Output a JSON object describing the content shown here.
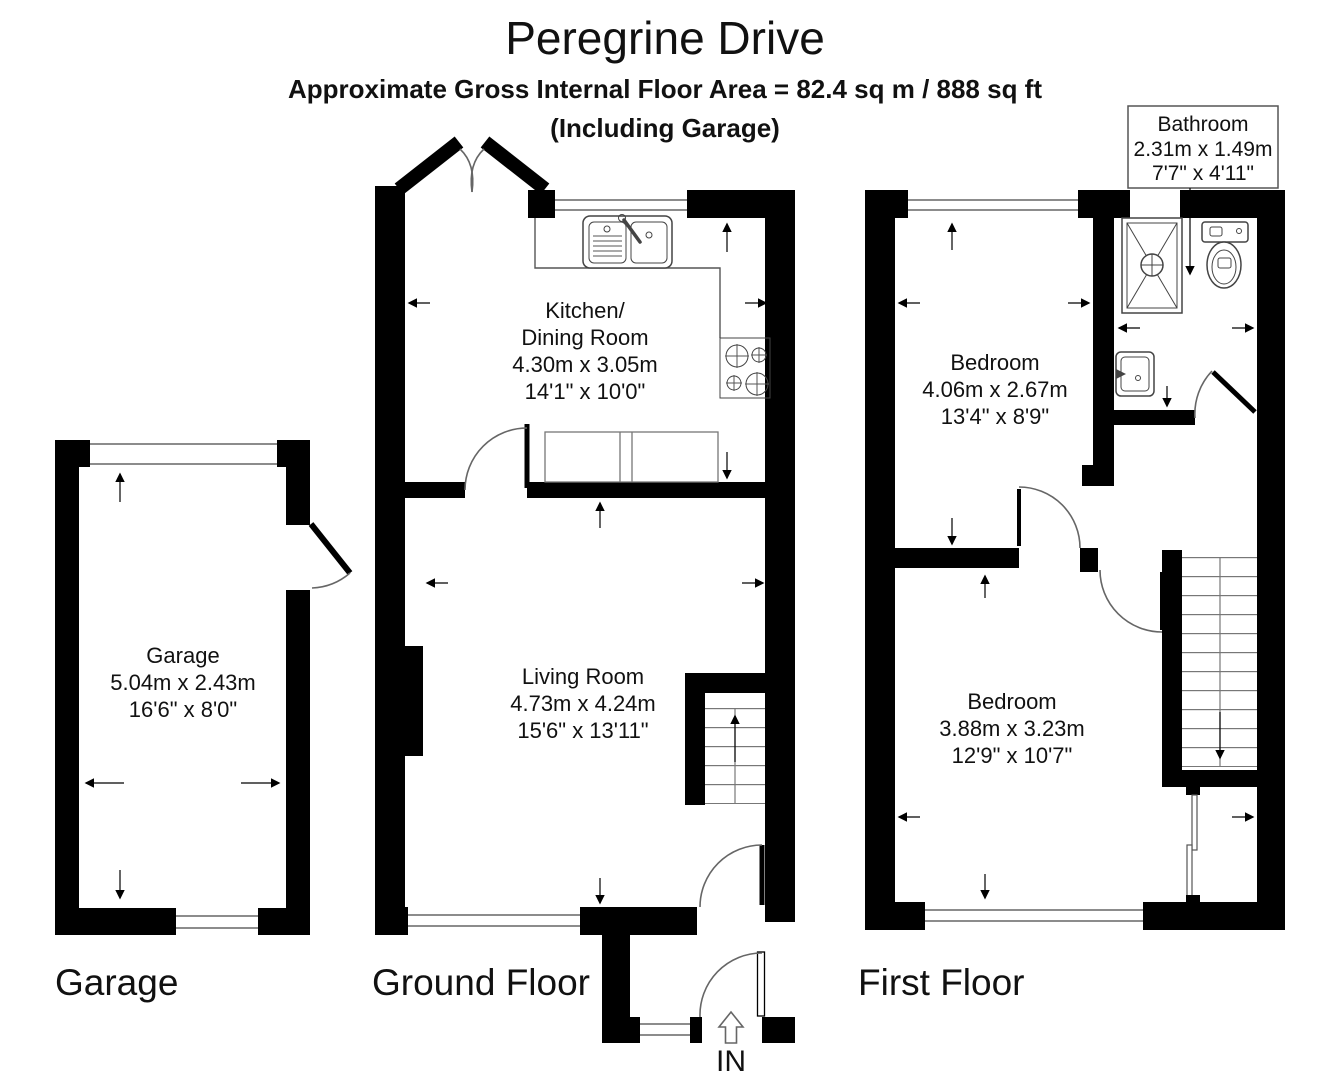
{
  "header": {
    "title": "Peregrine Drive",
    "subtitle": "Approximate Gross Internal Floor Area  = 82.4 sq m  / 888 sq ft",
    "note": "(Including Garage)"
  },
  "callout": {
    "title": "Bathroom",
    "size_metric": "2.31m x 1.49m",
    "size_imperial": "7'7\" x 4'11\""
  },
  "rooms": {
    "kitchen": {
      "line1": "Kitchen/",
      "line2": "Dining Room",
      "size_metric": "4.30m x 3.05m",
      "size_imperial": "14'1\" x 10'0\""
    },
    "living_room": {
      "name": "Living Room",
      "size_metric": "4.73m x 4.24m",
      "size_imperial": "15'6\" x 13'11\""
    },
    "garage": {
      "name": "Garage",
      "size_metric": "5.04m x 2.43m",
      "size_imperial": "16'6\" x 8'0\""
    },
    "bedroom1": {
      "name": "Bedroom",
      "size_metric": "4.06m x 2.67m",
      "size_imperial": "13'4\" x 8'9\""
    },
    "bedroom2": {
      "name": "Bedroom",
      "size_metric": "3.88m x 3.23m",
      "size_imperial": "12'9\" x 10'7\""
    }
  },
  "floor_labels": {
    "garage": "Garage",
    "ground": "Ground Floor",
    "first": "First Floor"
  },
  "entrance": {
    "label": "IN"
  },
  "colors": {
    "wall": "#000000",
    "background": "#ffffff",
    "thin_line": "#555555",
    "arc_line": "#666666"
  }
}
